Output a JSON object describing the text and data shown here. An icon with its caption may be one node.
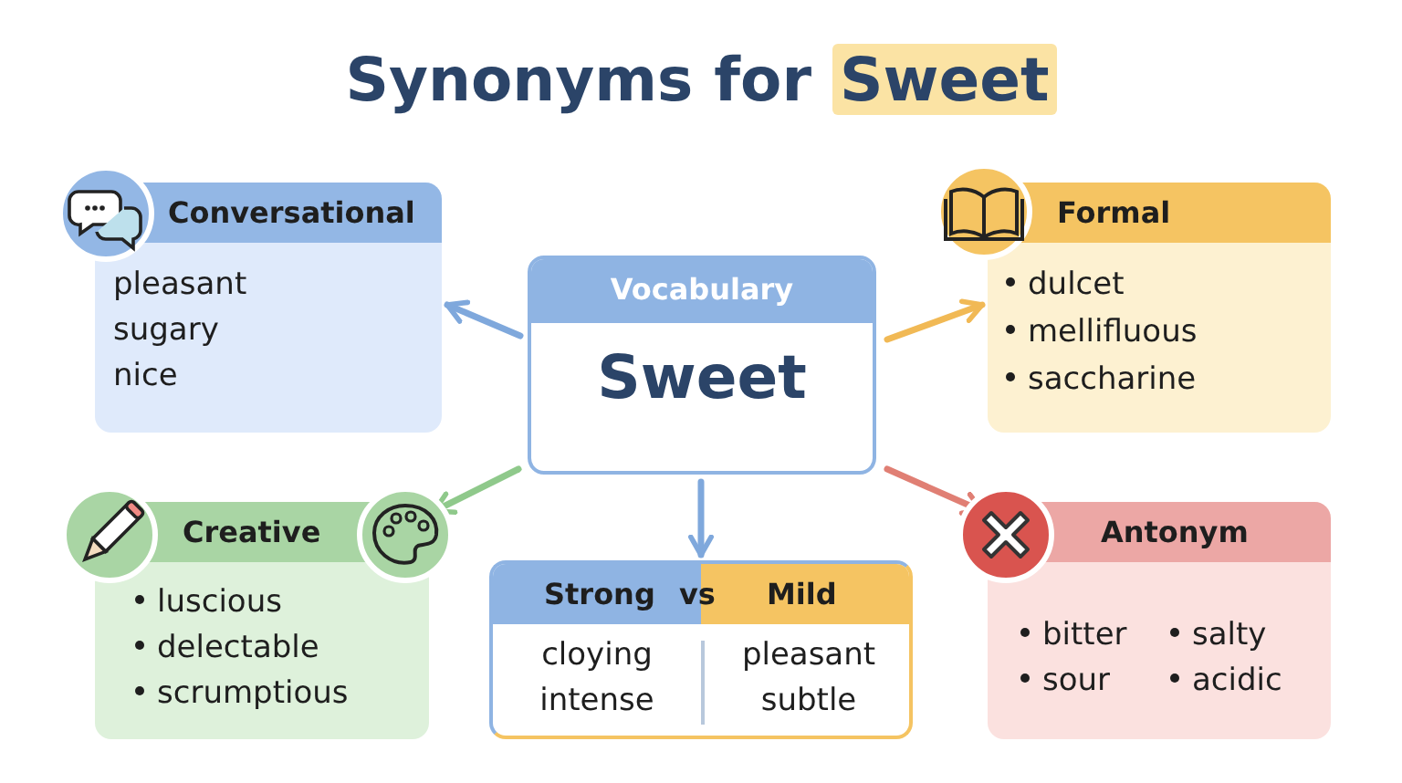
{
  "diagram": {
    "title": "Synonyms for **Sweet**",
    "nodes": [
      {
        "text": [
          "Vocabulary",
          "Sweet"
        ]
      },
      {
        "text": [
          "Conversational",
          "pleasant",
          "sugary",
          "nice"
        ]
      },
      {
        "text": [
          "Formal",
          "dulcet",
          "mellifluous",
          "saccharine"
        ]
      },
      {
        "text": [
          "Creative",
          "luscious",
          "delectable",
          "scrumptious"
        ]
      },
      {
        "text": [
          "Antonym",
          "bitter",
          "salty",
          "sour",
          "acidic"
        ]
      },
      {
        "text": [
          "Strong",
          "vs",
          "Mild",
          "cloying",
          "intense",
          "pleasant",
          "subtle"
        ]
      }
    ],
    "edges": [
      {
        "from": 0,
        "to": 1,
        "arrow": "to",
        "color": "#7fa8dc"
      },
      {
        "from": 0,
        "to": 2,
        "arrow": "to",
        "color": "#f1b955"
      },
      {
        "from": 0,
        "to": 3,
        "arrow": "to",
        "color": "#8fc98b"
      },
      {
        "from": 0,
        "to": 4,
        "arrow": "to",
        "color": "#e07f74"
      },
      {
        "from": 0,
        "to": 5,
        "arrow": "to",
        "color": "#7fa8dc"
      }
    ]
  }
}
